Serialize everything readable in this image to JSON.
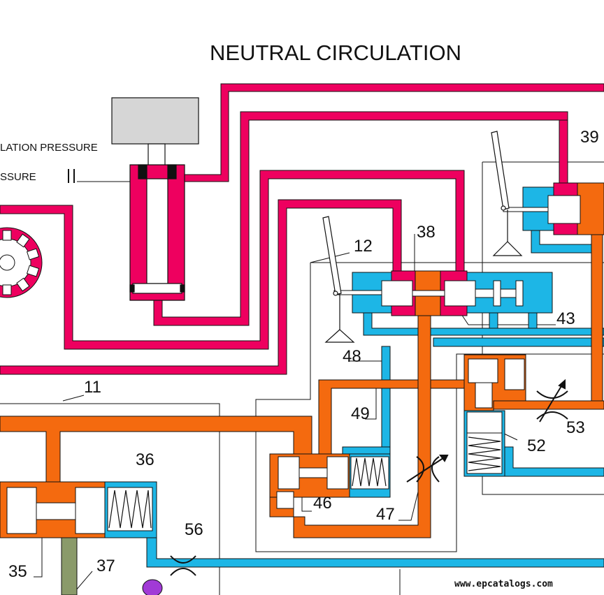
{
  "title": "NEUTRAL CIRCULATION",
  "legend": {
    "line1": "LATION PRESSURE",
    "line2": "SSURE"
  },
  "labels": {
    "n11": "11",
    "n12": "12",
    "n35": "35",
    "n36": "36",
    "n37": "37",
    "n38": "38",
    "n39": "39",
    "n43": "43",
    "n46": "46",
    "n47": "47",
    "n48": "48",
    "n49": "49",
    "n52": "52",
    "n53": "53",
    "n56": "56"
  },
  "watermark": "www.epcatalogs.com",
  "colors": {
    "pressure_pink": "#ee005f",
    "circulation_orange": "#f46a0f",
    "return_blue": "#1db6e6",
    "actuator_grey": "#d6d6d6",
    "outline": "#111111"
  }
}
